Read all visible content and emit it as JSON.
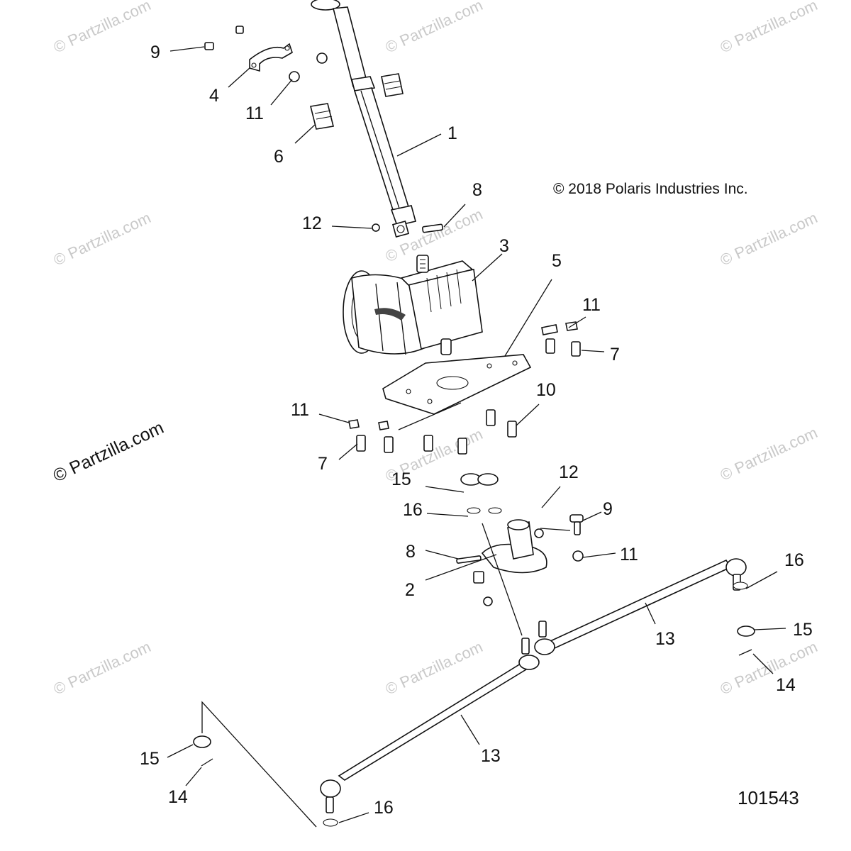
{
  "diagram": {
    "copyright": "© 2018 Polaris Industries Inc.",
    "document_number": "101543",
    "watermark": "© Partzilla.com",
    "callouts": {
      "c1": "1",
      "c2": "2",
      "c3": "3",
      "c4": "4",
      "c5": "5",
      "c6": "6",
      "c7a": "7",
      "c7b": "7",
      "c8a": "8",
      "c8b": "8",
      "c9a": "9",
      "c9b": "9",
      "c10": "10",
      "c11a": "11",
      "c11b": "11",
      "c11c": "11",
      "c11d": "11",
      "c12a": "12",
      "c12b": "12",
      "c13a": "13",
      "c13b": "13",
      "c14a": "14",
      "c14b": "14",
      "c15a": "15",
      "c15b": "15",
      "c15c": "15",
      "c16a": "16",
      "c16b": "16",
      "c16c": "16"
    }
  }
}
